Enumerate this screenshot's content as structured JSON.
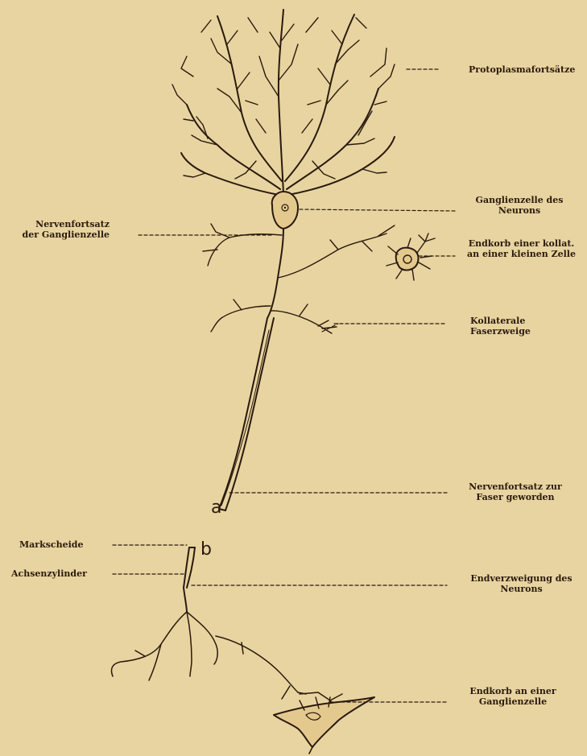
{
  "labels": {
    "protoplasma": "Protoplasmafortsätze",
    "ganglienzelle_line1": "Ganglienzelle des",
    "ganglienzelle_line2": "Neurons",
    "nervenfortsatz_line1": "Nervenfortsatz",
    "nervenfortsatz_line2": "der Ganglienzelle",
    "endkorb_kollat_line1": "Endkorb einer kollat.",
    "endkorb_kollat_line2": "an einer kleinen Zelle",
    "kollaterale_line1": "Kollaterale",
    "kollaterale_line2": "Faserzweige",
    "faser_line1": "Nervenfortsatz zur",
    "faser_line2": "Faser geworden",
    "markscheide": "Markscheide",
    "achsenzylinder": "Achsenzylinder",
    "endverzweigung_line1": "Endverzweigung des",
    "endverzweigung_line2": "Neurons",
    "endkorb_line1": "Endkorb an einer",
    "endkorb_line2": "Ganglienzelle"
  },
  "letters": {
    "a": "a",
    "b": "b"
  },
  "colors": {
    "background": "#e8d4a0",
    "ink": "#2a1a0e"
  }
}
